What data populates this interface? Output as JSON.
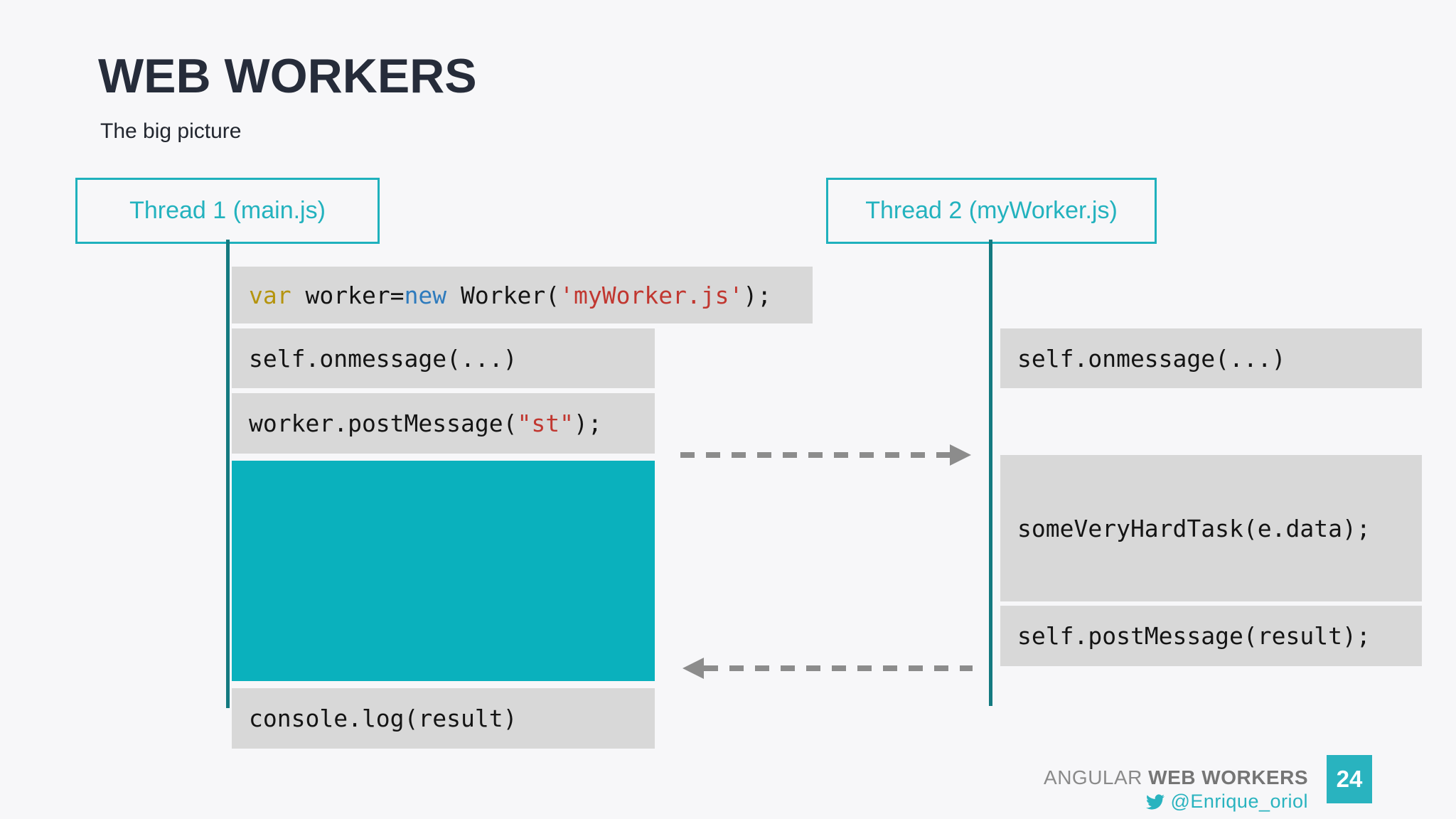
{
  "slide": {
    "title": "WEB WORKERS",
    "subtitle": "The big picture",
    "page_number": "24"
  },
  "threads": {
    "thread1_label": "Thread 1 (main.js)",
    "thread2_label": "Thread 2 (myWorker.js)"
  },
  "code_blocks": {
    "main_create_worker": [
      {
        "t": "var",
        "k": "gold"
      },
      {
        "t": " worker=",
        "k": "plain"
      },
      {
        "t": "new",
        "k": "blue"
      },
      {
        "t": " Worker(",
        "k": "plain"
      },
      {
        "t": "'myWorker.js'",
        "k": "string"
      },
      {
        "t": ");",
        "k": "plain"
      }
    ],
    "main_onmessage": [
      {
        "t": "self.onmessage(...)",
        "k": "plain"
      }
    ],
    "main_post_message": [
      {
        "t": "worker.postMessage(",
        "k": "plain"
      },
      {
        "t": "\"st\"",
        "k": "string"
      },
      {
        "t": ");",
        "k": "plain"
      }
    ],
    "main_console_log": [
      {
        "t": "console.log(result)",
        "k": "plain"
      }
    ],
    "worker_onmessage": [
      {
        "t": "self.onmessage(...)",
        "k": "plain"
      }
    ],
    "worker_hard_task": [
      {
        "t": "someVeryHardTask(e.data);",
        "k": "plain"
      }
    ],
    "worker_post_message": [
      {
        "t": "self.postMessage(result);",
        "k": "plain"
      }
    ]
  },
  "footer": {
    "brand_prefix": "ANGULAR ",
    "brand_bold": "WEB WORKERS",
    "twitter_handle": "@Enrique_oriol"
  },
  "colors": {
    "background": "#f7f7f9",
    "title_text": "#262c3a",
    "thread_accent": "#1fb1bd",
    "lifeline": "#147a80",
    "busy_block": "#0ab1bd",
    "code_block_bg": "#d8d8d8",
    "code_text": "#141414",
    "keyword_gold": "#b5940e",
    "keyword_blue": "#2e7bbd",
    "string_red": "#c13730",
    "arrow_gray": "#8c8c8c",
    "footer_gray": "#8a8a8a",
    "footer_teal": "#29b3bf"
  }
}
